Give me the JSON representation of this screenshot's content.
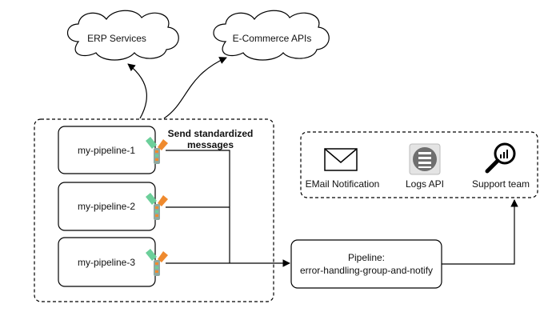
{
  "clouds": {
    "erp": "ERP Services",
    "ecommerce": "E-Commerce APIs"
  },
  "pipelines": [
    {
      "label": "my-pipeline-1"
    },
    {
      "label": "my-pipeline-2"
    },
    {
      "label": "my-pipeline-3"
    }
  ],
  "annotation": {
    "line1": "Send standardized",
    "line2": "messages"
  },
  "error_pipeline": {
    "line1": "Pipeline:",
    "line2": "error-handling-group-and-notify"
  },
  "destinations": [
    {
      "label": "EMail Notification",
      "icon": "envelope-icon"
    },
    {
      "label": "Logs API",
      "icon": "logs-icon"
    },
    {
      "label": "Support team",
      "icon": "magnifier-icon"
    }
  ],
  "colors": {
    "stroke": "#000000",
    "green": "#6ccf9a",
    "orange": "#ef8a2e",
    "logs_gray": "#6f6f6f"
  }
}
